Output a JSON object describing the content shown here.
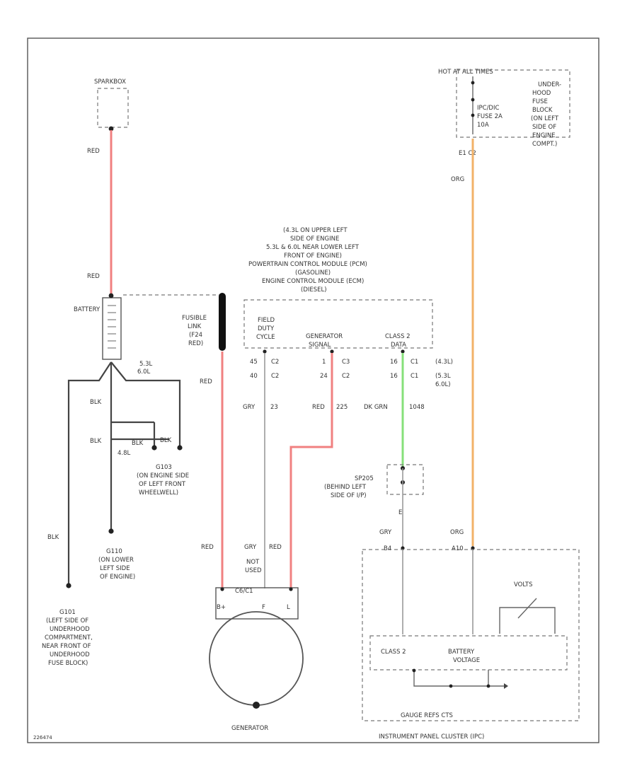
{
  "colors": {
    "red_wire": "#f08080",
    "green_wire": "#86e07a",
    "orange_wire": "#f2b268",
    "gray_wire": "#9a9a9a",
    "ground_wire": "#444444"
  },
  "labels": {
    "sparkbox": "SPARKBOX",
    "red": "RED",
    "battery": "BATTERY",
    "fusible_link": [
      "FUSIBLE",
      "LINK",
      "(F24",
      "RED)"
    ],
    "engine_group": [
      "5.3L",
      "6.0L"
    ],
    "blk": "BLK",
    "g102_engine": "4.8L",
    "g103": [
      "G103",
      "(ON ENGINE SIDE",
      "OF LEFT FRONT",
      "WHEELWELL)"
    ],
    "g110": [
      "G110",
      "(ON LOWER",
      "LEFT SIDE",
      "OF ENGINE)"
    ],
    "g101": [
      "G101",
      "(LEFT SIDE OF",
      "UNDERHOOD",
      "COMPARTMENT,",
      "NEAR FRONT OF",
      "UNDERHOOD",
      "FUSE BLOCK)"
    ],
    "hot_at_all_times": "HOT AT ALL TIMES",
    "underhood_fuse_block": [
      "UNDER-",
      "HOOD",
      "FUSE",
      "BLOCK",
      "(ON LEFT",
      "SIDE OF",
      "ENGINE",
      "COMPT.)"
    ],
    "fuse": [
      "IPC/DIC",
      "FUSE 2A",
      "10A"
    ],
    "fuse_pins": "E1   C2",
    "org": "ORG",
    "module_notes": [
      "(4.3L ON UPPER LEFT",
      "SIDE OF ENGINE",
      "5.3L & 6.0L NEAR LOWER LEFT",
      "FRONT OF ENGINE)",
      "POWERTRAIN CONTROL MODULE (PCM)",
      "(GASOLINE)",
      "ENGINE CONTROL MODULE (ECM)",
      "(DIESEL)"
    ],
    "field_duty_cycle": [
      "FIELD",
      "DUTY",
      "CYCLE"
    ],
    "generator_signal": [
      "GENERATOR",
      "SIGNAL"
    ],
    "class2_data": [
      "CLASS 2",
      "DATA"
    ],
    "pin_rows": [
      {
        "a": "45",
        "b": "C2",
        "c": "1",
        "d": "C3",
        "e": "16",
        "f": "C1",
        "g": "(4.3L)"
      },
      {
        "a": "40",
        "b": "C2",
        "c": "24",
        "d": "C2",
        "e": "16",
        "f": "C1",
        "g": "(5.3L"
      }
    ],
    "pin_suffix": "6.0L)",
    "wire_codes": {
      "gry": "GRY",
      "gry_num": "23",
      "red": "RED",
      "red_num": "225",
      "dk_grn": "DK GRN",
      "dk_grn_num": "1048"
    },
    "sp205": [
      "SP205",
      "(BEHIND LEFT",
      "SIDE OF I/P)"
    ],
    "splice_letter": "E",
    "gry": "GRY",
    "connector_b4": "B4",
    "connector_a10": "A10",
    "not_used": [
      "NOT",
      "USED"
    ],
    "gen_connector": "C6/C1",
    "gen_pins": [
      "B+",
      "F",
      "L"
    ],
    "generator": "GENERATOR",
    "volts": "VOLTS",
    "class2": "CLASS 2",
    "battery_voltage": [
      "BATTERY",
      "VOLTAGE"
    ],
    "gauge_refs": "GAUGE REFS CTS",
    "ipc": "INSTRUMENT PANEL CLUSTER (IPC)",
    "figure_id": "226474"
  }
}
